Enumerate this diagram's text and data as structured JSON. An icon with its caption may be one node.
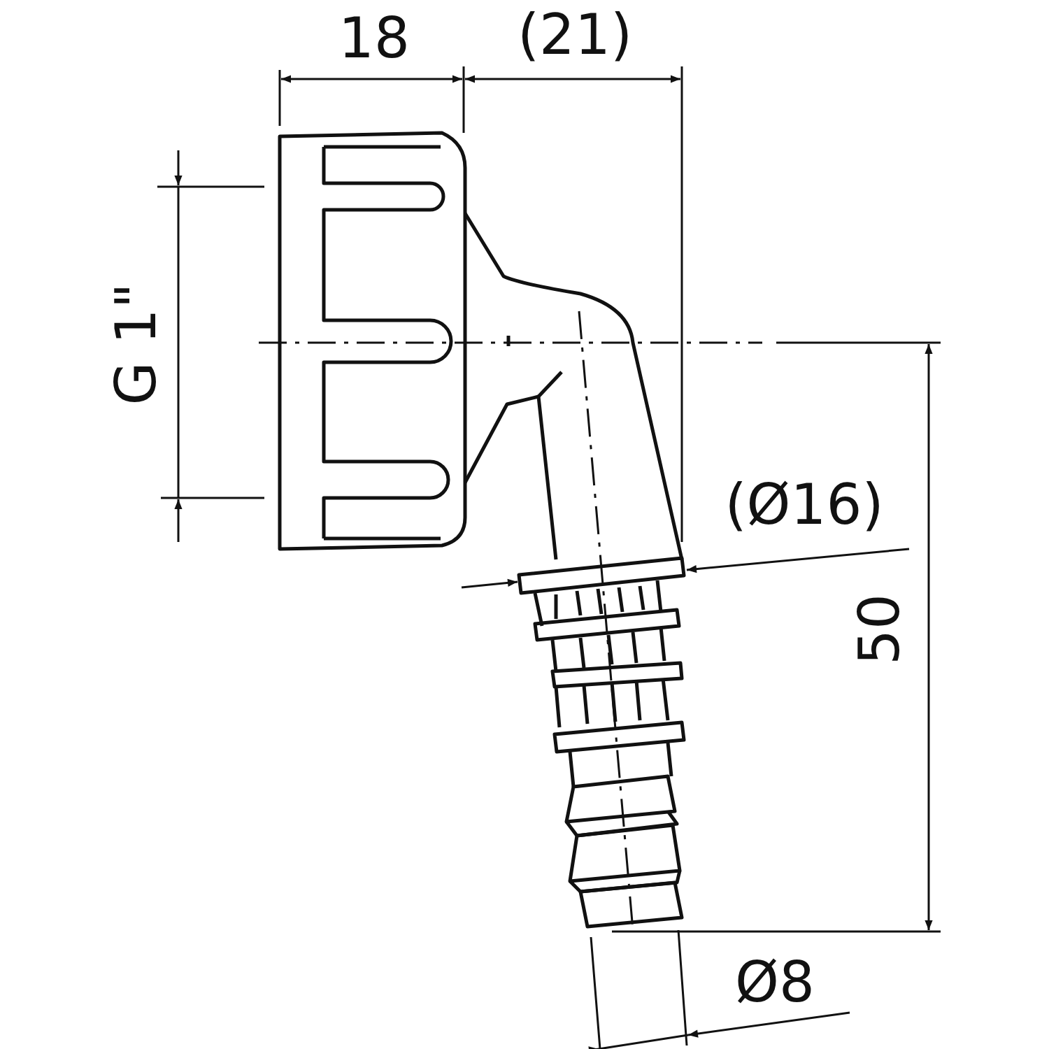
{
  "diagram": {
    "labels": [
      "18",
      "(21)",
      "G 1\"",
      "(Ø16)",
      "50",
      "Ø8"
    ]
  }
}
